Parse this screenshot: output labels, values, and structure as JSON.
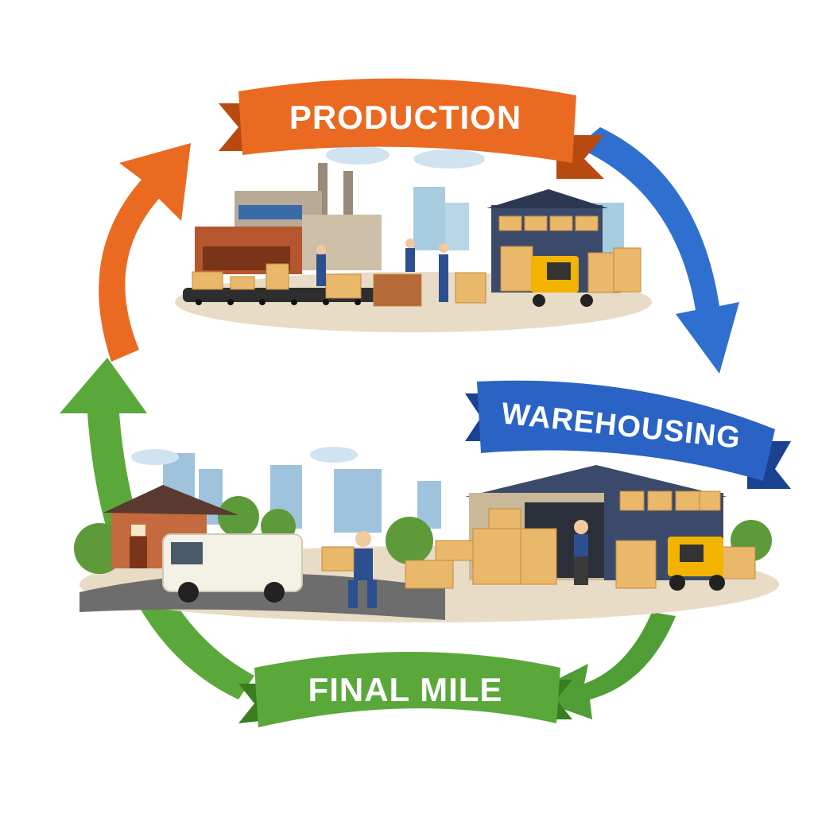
{
  "diagram": {
    "stages": [
      {
        "id": "production",
        "label": "PRODUCTION",
        "color": "#ea6a22",
        "dark": "#b84a10"
      },
      {
        "id": "warehousing",
        "label": "WAREHOUSING",
        "color": "#2b63c4",
        "dark": "#1b4191"
      },
      {
        "id": "final_mile",
        "label": "FINAL MILE",
        "color": "#5aa83a",
        "dark": "#3a7c22"
      }
    ],
    "flow": [
      "production",
      "warehousing",
      "final_mile",
      "production"
    ],
    "palette": {
      "box": "#e9b86a",
      "box_dark": "#c48a3c",
      "forklift": "#f2b400",
      "worker": "#2c4f8f",
      "van": "#f4f1e6",
      "house": "#b5562e",
      "sky_building": "#9fc3dc",
      "tree": "#5c9a3a",
      "ground": "#e8dcc6",
      "road": "#6d6d6d"
    }
  }
}
